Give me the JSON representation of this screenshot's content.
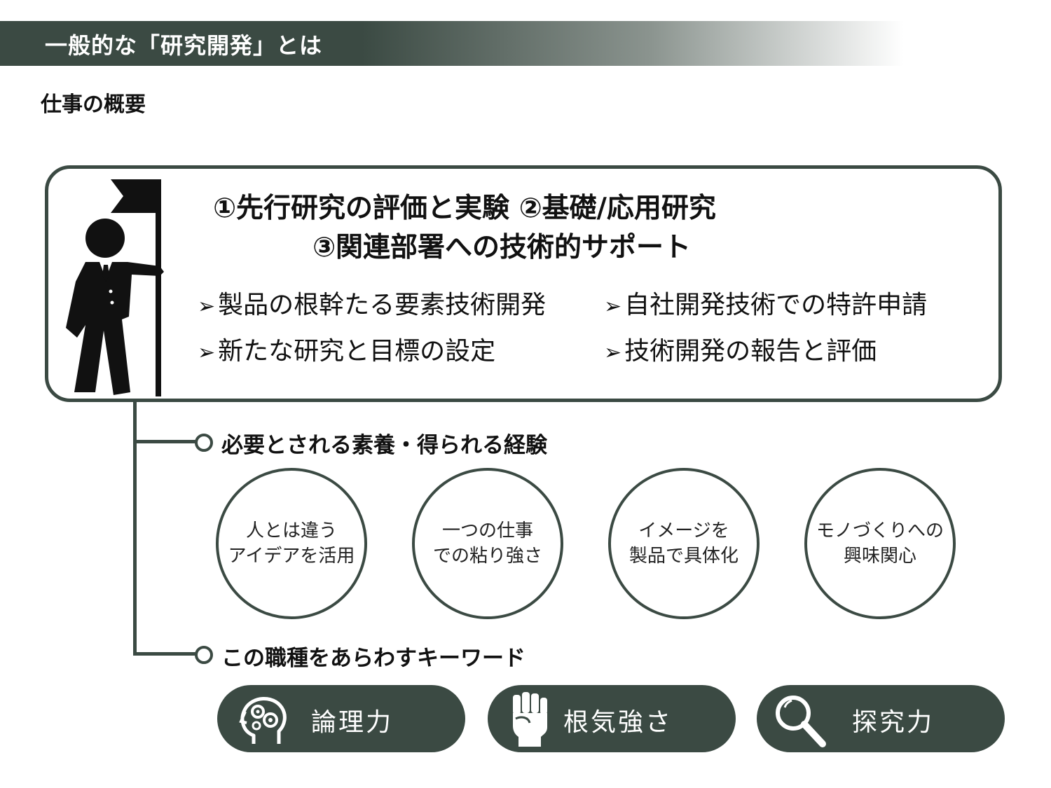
{
  "header": {
    "title": "一般的な「研究開発」とは"
  },
  "section": {
    "title": "仕事の概要"
  },
  "overview": {
    "headline_line1": "①先行研究の評価と実験 ②基礎/応用研究",
    "headline_line2": "③関連部署への技術的サポート",
    "bullets": [
      "製品の根幹たる要素技術開発",
      "自社開発技術での特許申請",
      "新たな研究と目標の設定",
      "技術開発の報告と評価"
    ],
    "bullet_marker": "➢"
  },
  "skills": {
    "title": "必要とされる素養・得られる経験",
    "circles": [
      {
        "line1": "人とは違う",
        "line2": "アイデアを活用"
      },
      {
        "line1": "一つの仕事",
        "line2": "での粘り強さ"
      },
      {
        "line1": "イメージを",
        "line2": "製品で具体化"
      },
      {
        "line1": "モノづくりへの",
        "line2": "興味関心"
      }
    ]
  },
  "keywords": {
    "title": "この職種をあらわすキーワード",
    "items": [
      {
        "label": "論理力",
        "icon": "head-gears-icon"
      },
      {
        "label": "根気強さ",
        "icon": "raised-fist-icon"
      },
      {
        "label": "探究力",
        "icon": "magnifier-icon"
      }
    ]
  },
  "colors": {
    "accent": "#3b4a43",
    "background": "#ffffff"
  }
}
